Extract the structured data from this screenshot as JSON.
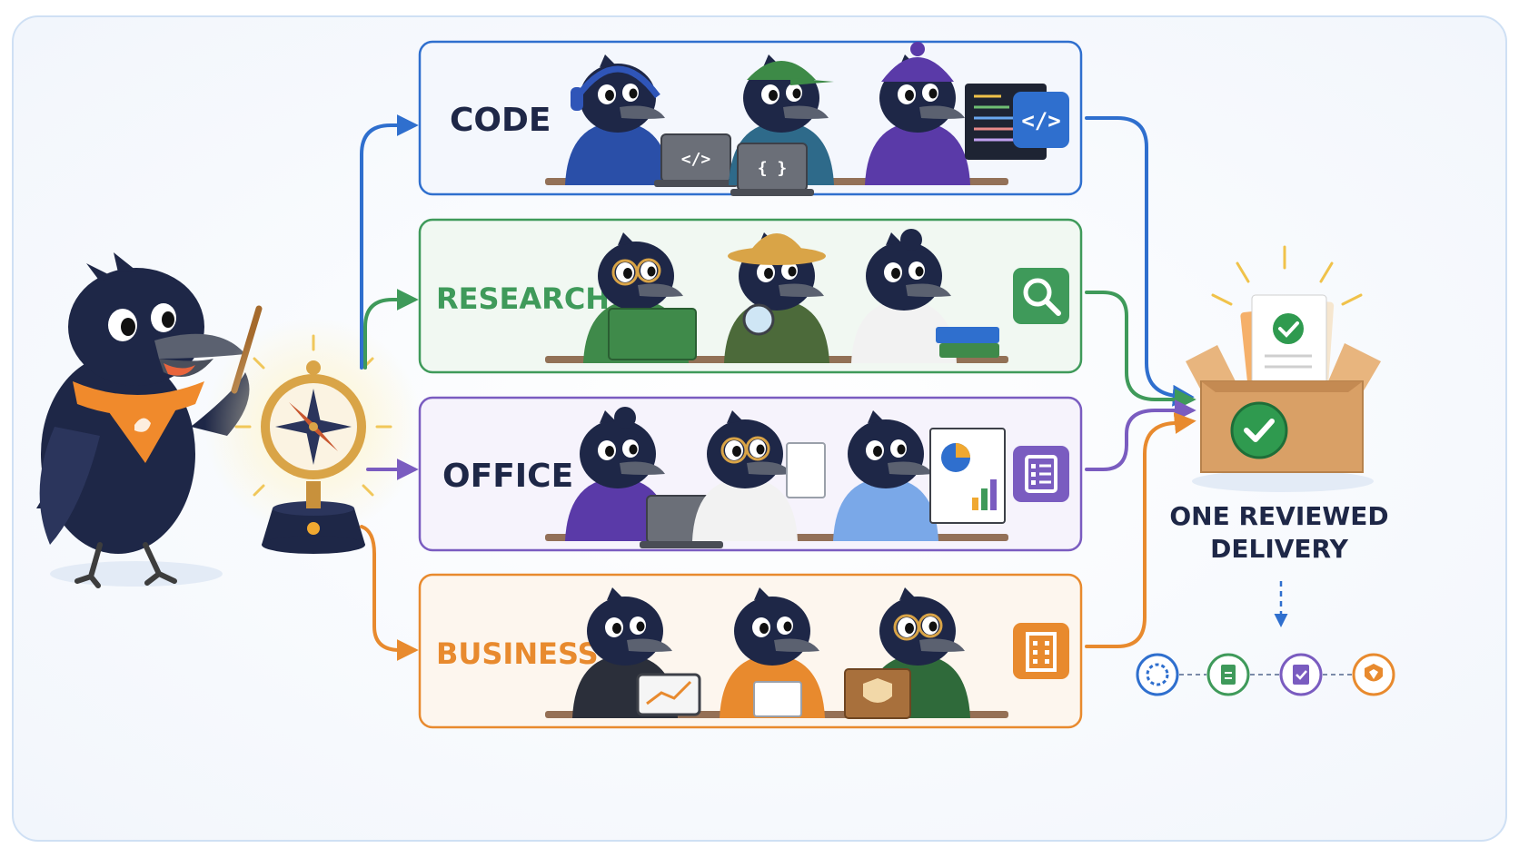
{
  "diagram": {
    "bands": [
      {
        "id": "code",
        "label": "CODE",
        "color": "#2f6fce",
        "fill": "#f4f7fd",
        "icon": "code-brackets-icon",
        "icon_glyph": "</>"
      },
      {
        "id": "research",
        "label": "RESEARCH",
        "color": "#3f9a5a",
        "fill": "#f1f8f2",
        "icon": "magnifier-icon",
        "icon_glyph": ""
      },
      {
        "id": "office",
        "label": "OFFICE",
        "color": "#7a5cc0",
        "fill": "#f6f3fc",
        "icon": "document-list-icon",
        "icon_glyph": ""
      },
      {
        "id": "business",
        "label": "BUSINESS",
        "color": "#e88a2e",
        "fill": "#fdf6ee",
        "icon": "office-building-icon",
        "icon_glyph": ""
      }
    ],
    "delivery": {
      "line1": "ONE REVIEWED",
      "line2": "DELIVERY"
    },
    "pipeline_steps": [
      {
        "icon": "loading-circle-icon",
        "color": "#2f6fce"
      },
      {
        "icon": "document-icon",
        "color": "#3f9a5a"
      },
      {
        "icon": "checklist-icon",
        "color": "#7a5cc0"
      },
      {
        "icon": "shield-icon",
        "color": "#e88a2e"
      }
    ],
    "colors": {
      "crow": "#1e2747",
      "scarf": "#f08a2c",
      "compass_gold": "#d9a447",
      "box": "#d9a066",
      "check_green": "#2f9a4f",
      "frame": "#cfe0f4"
    }
  }
}
